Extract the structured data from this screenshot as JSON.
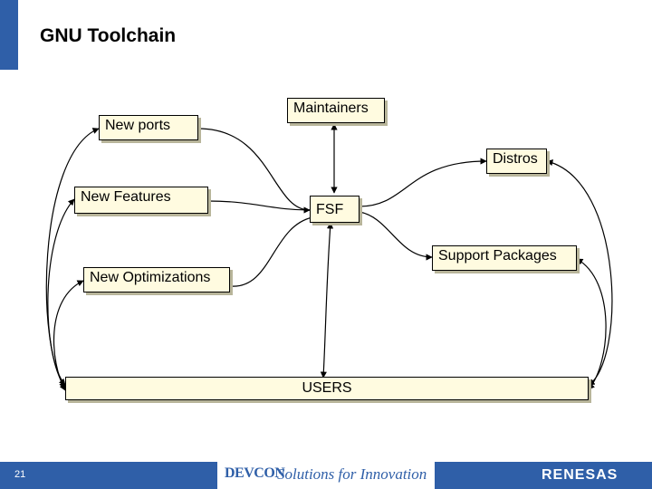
{
  "slide": {
    "title": "GNU Toolchain",
    "page_number": "21"
  },
  "nodes": {
    "new_ports": "New ports",
    "maintainers": "Maintainers",
    "distros": "Distros",
    "new_features": "New Features",
    "fsf": "FSF",
    "support_packages": "Support Packages",
    "new_optimizations": "New Optimizations",
    "users": "USERS"
  },
  "footer": {
    "devcon_logo": "DEVCON",
    "tagline": "Solutions for Innovation",
    "renesas_logo": "RENESAS"
  },
  "colors": {
    "accent": "#2f5fa8",
    "box_fill": "#fffbe0",
    "box_shadow": "#b8b59a"
  }
}
